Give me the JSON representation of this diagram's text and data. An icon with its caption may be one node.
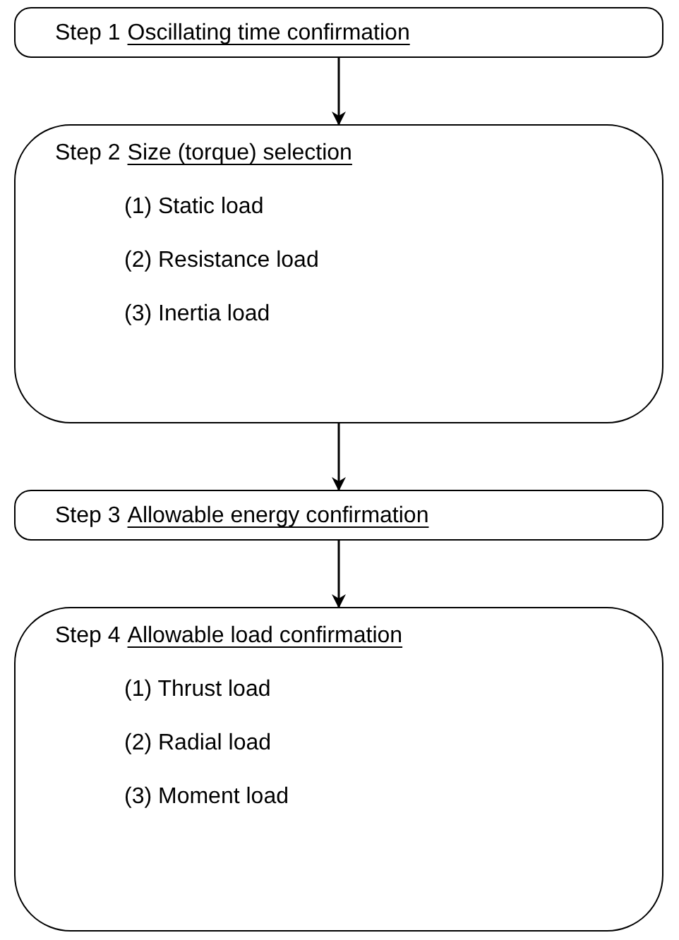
{
  "diagram": {
    "nodes": [
      {
        "text": [
          "Step 1",
          "Oscillating time confirmation"
        ]
      },
      {
        "text": [
          "Step 2",
          "Size (torque) selection",
          "(1) Static load",
          "(2) Resistance load",
          "(3) Inertia load"
        ]
      },
      {
        "text": [
          "Step 3",
          "Allowable energy confirmation"
        ]
      },
      {
        "text": [
          "Step 4",
          "Allowable load confirmation",
          "(1) Thrust load",
          "(2) Radial load",
          "(3) Moment load"
        ]
      }
    ],
    "edges": [
      {
        "from": 0,
        "to": 1,
        "arrow": "to"
      },
      {
        "from": 1,
        "to": 2,
        "arrow": "to"
      },
      {
        "from": 2,
        "to": 3,
        "arrow": "to"
      }
    ]
  }
}
